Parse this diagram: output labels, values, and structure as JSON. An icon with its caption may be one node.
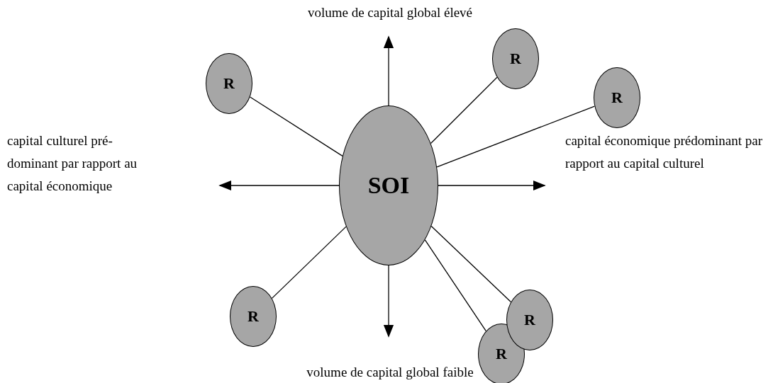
{
  "diagram": {
    "nodes": [
      {
        "text": [
          "SOI"
        ]
      },
      {
        "text": [
          "R"
        ]
      },
      {
        "text": [
          "R"
        ]
      },
      {
        "text": [
          "R"
        ]
      },
      {
        "text": [
          "R"
        ]
      },
      {
        "text": [
          "R"
        ]
      },
      {
        "text": [
          "R"
        ]
      }
    ],
    "edges": [
      {
        "from": 0,
        "to": 2,
        "arrow": "none"
      },
      {
        "from": 0,
        "to": 1,
        "arrow": "none"
      },
      {
        "from": 0,
        "to": 3,
        "arrow": "none"
      },
      {
        "from": 0,
        "to": 4,
        "arrow": "none"
      },
      {
        "from": 0,
        "to": 5,
        "arrow": "none"
      },
      {
        "from": 0,
        "to": 6,
        "arrow": "none"
      }
    ],
    "labels": [
      "volume de capital global élevé",
      "capital culturel pré- dominant par rapport au capital économique",
      "capital économique prédominant par rapport au capital culturel",
      "volume de capital global faible"
    ]
  }
}
